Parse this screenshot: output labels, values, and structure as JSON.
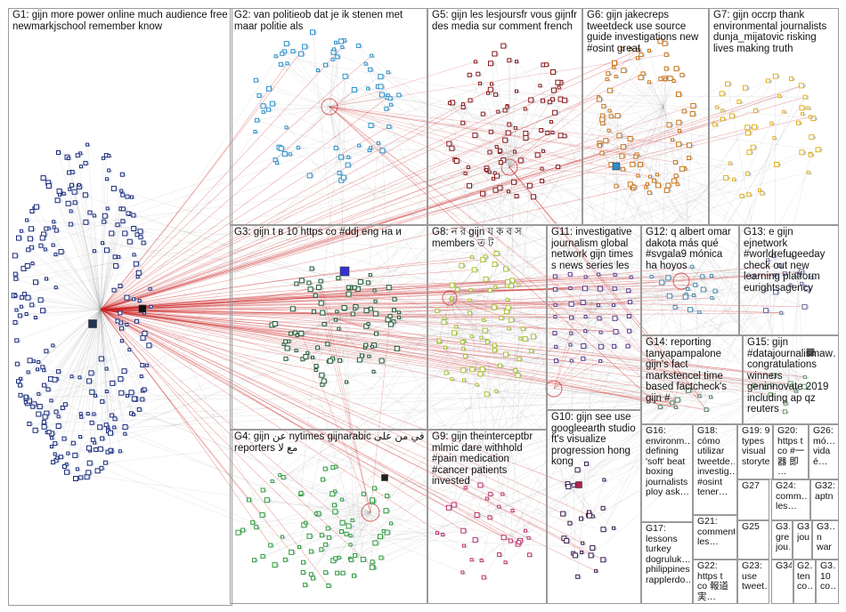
{
  "groups": [
    {
      "id": "G1",
      "label": "G1: gijn more power online much audience free newmarkjschool remember know",
      "color": "#1a2a7a"
    },
    {
      "id": "G2",
      "label": "G2: van politieob dat je ik stenen met maar politie als",
      "color": "#2a8fc8"
    },
    {
      "id": "G3",
      "label": "G3: gijn t в 10 https со #ddj eng на и",
      "color": "#1f5a2e"
    },
    {
      "id": "G4",
      "label": "G4: gijn عن nytimes gijnarabic في من على reporters مع لا",
      "color": "#2e9a3a"
    },
    {
      "id": "G5",
      "label": "G5: gijn les lesjoursfr vous gijnfr des media sur comment french",
      "color": "#8a1a1a"
    },
    {
      "id": "G6",
      "label": "G6: gijn jakecreps tweetdeck use source guide investigations new #osint great",
      "color": "#c8741a"
    },
    {
      "id": "G7",
      "label": "G7: gijn occrp thank environmental journalists dunja_mijatovic risking lives making truth",
      "color": "#e0b020"
    },
    {
      "id": "G8",
      "label": "G8: ন র gijn য ক ব স members ত ট",
      "color": "#a8c030"
    },
    {
      "id": "G9",
      "label": "G9: gijn theinterceptbr mlmic dare withhold #pain medication #cancer patients invested",
      "color": "#c0306a"
    },
    {
      "id": "G10",
      "label": "G10: gijn see use googleearth studio ft's visualize progression hong kong",
      "color": "#3a1a4a"
    },
    {
      "id": "G11",
      "label": "G11: investigative journalism global network gijn times s news series les",
      "color": "#5a3a8a"
    },
    {
      "id": "G12",
      "label": "G12: q albert omar dakota más qué #svgala9 mónica ha hoyos",
      "color": "#4a8aa8"
    },
    {
      "id": "G13",
      "label": "G13: e gijn ejnetwork #worldrefugeeday check out new learning platform eurightsagency",
      "color": "#6a6a9a"
    },
    {
      "id": "G14",
      "label": "G14: reporting tanyapampalone gijn's fact markstencel time based factcheck's gijn #",
      "color": "#5a7a5a"
    },
    {
      "id": "G15",
      "label": "G15: gijn #datajournalismaw… congratulations winners geninnovate 2019 including ap qz reuters",
      "color": "#6a9a6a"
    },
    {
      "id": "G16",
      "label": "G16: environm… defining 'soft' beat boxing journalists ploy ask…",
      "color": "#7a7a7a"
    },
    {
      "id": "G17",
      "label": "G17: lessons turkey dogruluk… philippines rapplerdo…",
      "color": "#7a7a7a"
    },
    {
      "id": "G18",
      "label": "G18: cómo utilizar tweetde… investig… #osint tener…",
      "color": "#7a7a7a"
    },
    {
      "id": "G19",
      "label": "G19: 9 types visual storyte…",
      "color": "#7a7a7a"
    },
    {
      "id": "G20",
      "label": "G20: https t co #一 器 即 …",
      "color": "#7a7a7a"
    },
    {
      "id": "G21",
      "label": "G21: comment les…",
      "color": "#7a7a7a"
    },
    {
      "id": "G22",
      "label": "G22: https t co 報道実…",
      "color": "#7a7a7a"
    },
    {
      "id": "G23",
      "label": "G23: use tweet…",
      "color": "#7a7a7a"
    },
    {
      "id": "G24",
      "label": "G24: comm… les…",
      "color": "#7a7a7a"
    },
    {
      "id": "G25",
      "label": "G25",
      "color": "#7a7a7a"
    },
    {
      "id": "G26",
      "label": "G26: mó… vida é…",
      "color": "#7a7a7a"
    },
    {
      "id": "G27",
      "label": "G27",
      "color": "#7a7a7a"
    },
    {
      "id": "G32",
      "label": "G32: aptn",
      "color": "#7a7a7a"
    },
    {
      "id": "G3x",
      "label": "G3… gre… jou…",
      "color": "#7a7a7a"
    },
    {
      "id": "G3y",
      "label": "G3… jou…",
      "color": "#7a7a7a"
    },
    {
      "id": "G3z",
      "label": "G3… n war",
      "color": "#7a7a7a"
    },
    {
      "id": "G34",
      "label": "G34",
      "color": "#7a7a7a"
    },
    {
      "id": "G2x",
      "label": "G2… ten co…",
      "color": "#7a7a7a"
    },
    {
      "id": "G3w",
      "label": "G3… 10 co…",
      "color": "#7a7a7a"
    }
  ],
  "edge_color": "#cc2222"
}
